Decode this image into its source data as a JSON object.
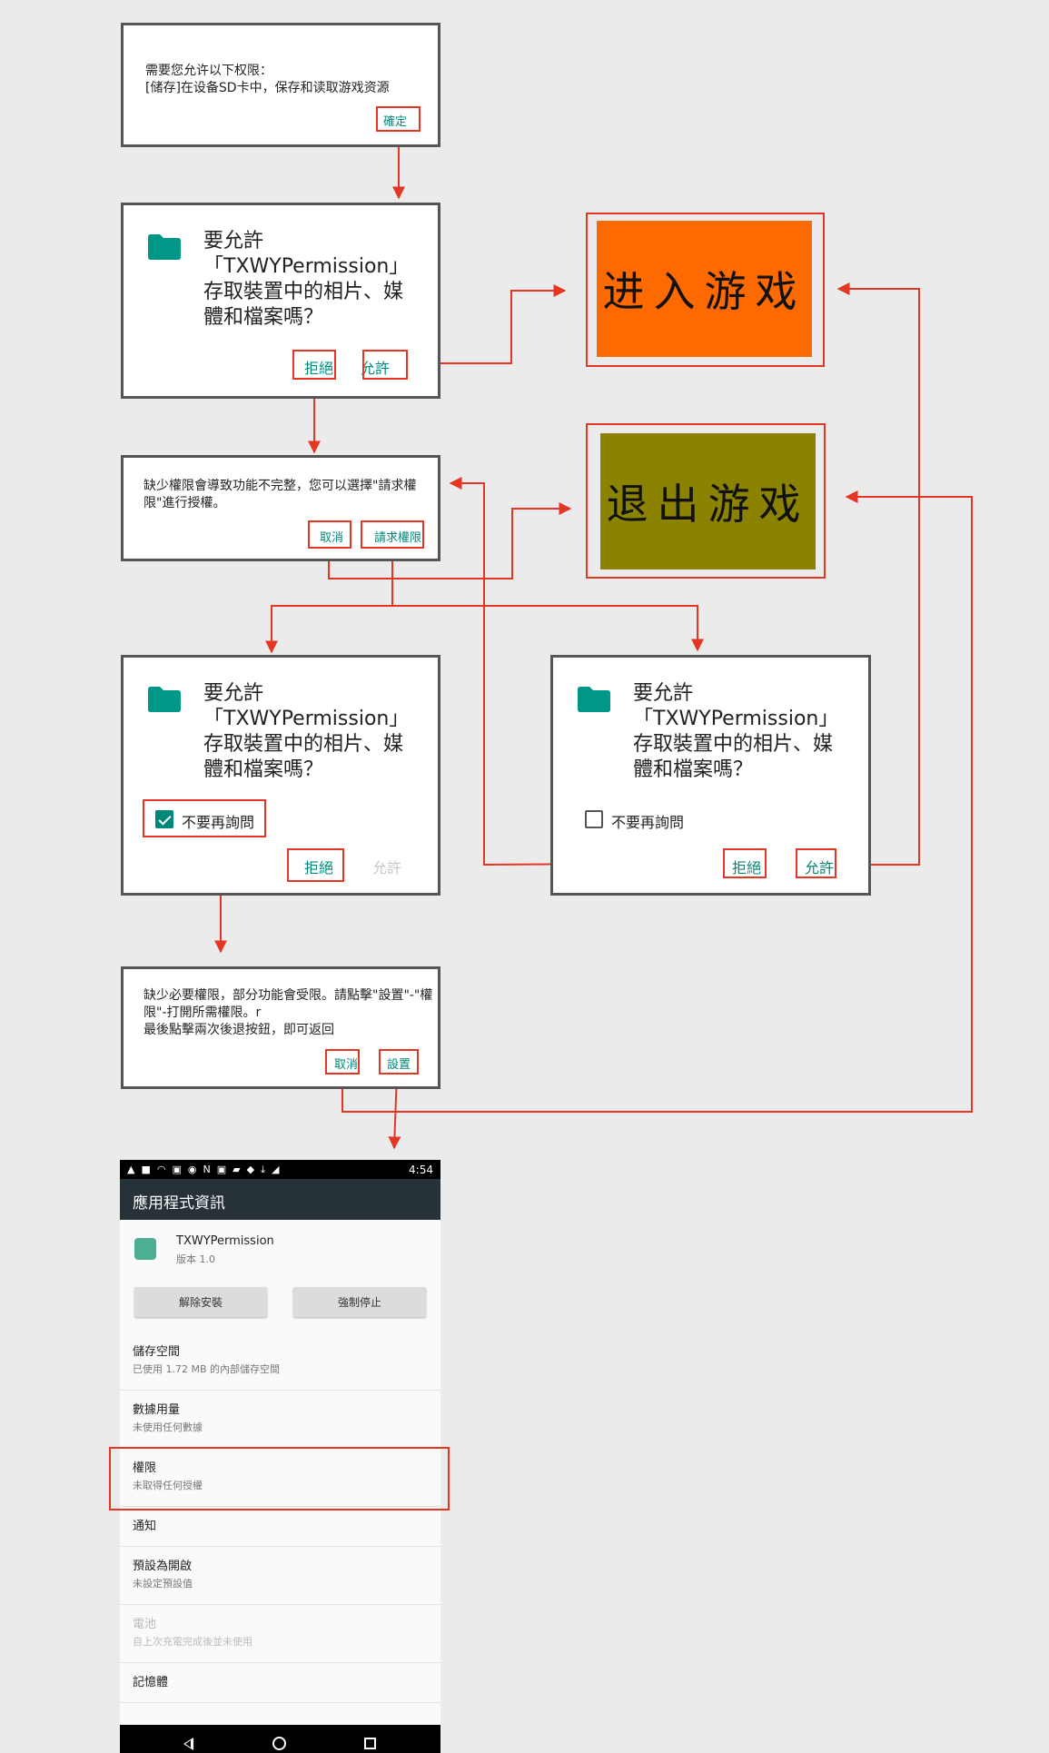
{
  "dialog1": {
    "line1": "需要您允许以下权限：",
    "line2": "[储存]在设备SD卡中，保存和读取游戏资源",
    "confirm": "確定"
  },
  "perm_dialog": {
    "title": "要允許\n「TXWYPermission」\n存取裝置中的相片、媒\n體和檔案嗎？",
    "deny": "拒絕",
    "allow": "允許",
    "dont_ask": "不要再詢問"
  },
  "dialog3": {
    "text": "缺少權限會導致功能不完整，您可以選擇\"請求權限\"進行授權。",
    "cancel": "取消",
    "request": "請求權限"
  },
  "dialog5": {
    "text": "缺少必要權限，部分功能會受限。請點擊\"設置\"-\"權限\"-打開所需權限。r\n最後點擊兩次後退按鈕，即可返回",
    "cancel": "取消",
    "settings": "設置"
  },
  "game": {
    "enter": "进入游戏",
    "exit": "退出游戏",
    "enter_color": "#ff6a00",
    "exit_color": "#8b8300"
  },
  "phone": {
    "time": "4:54",
    "appbar_title": "應用程式資訊",
    "app_name": "TXWYPermission",
    "app_version": "版本 1.0",
    "uninstall": "解除安裝",
    "force_stop": "強制停止",
    "rows": [
      {
        "title": "儲存空間",
        "sub": "已使用 1.72 MB 的內部儲存空間"
      },
      {
        "title": "數據用量",
        "sub": "未使用任何數據"
      },
      {
        "title": "權限",
        "sub": "未取得任何授權"
      },
      {
        "title": "通知",
        "sub": ""
      },
      {
        "title": "預設為開啟",
        "sub": "未設定預設值"
      },
      {
        "title": "電池",
        "sub": "自上次充電完成後並未使用"
      },
      {
        "title": "記憶體",
        "sub": ""
      }
    ]
  },
  "colors": {
    "arrow": "#e53624",
    "accent": "#00897b"
  }
}
